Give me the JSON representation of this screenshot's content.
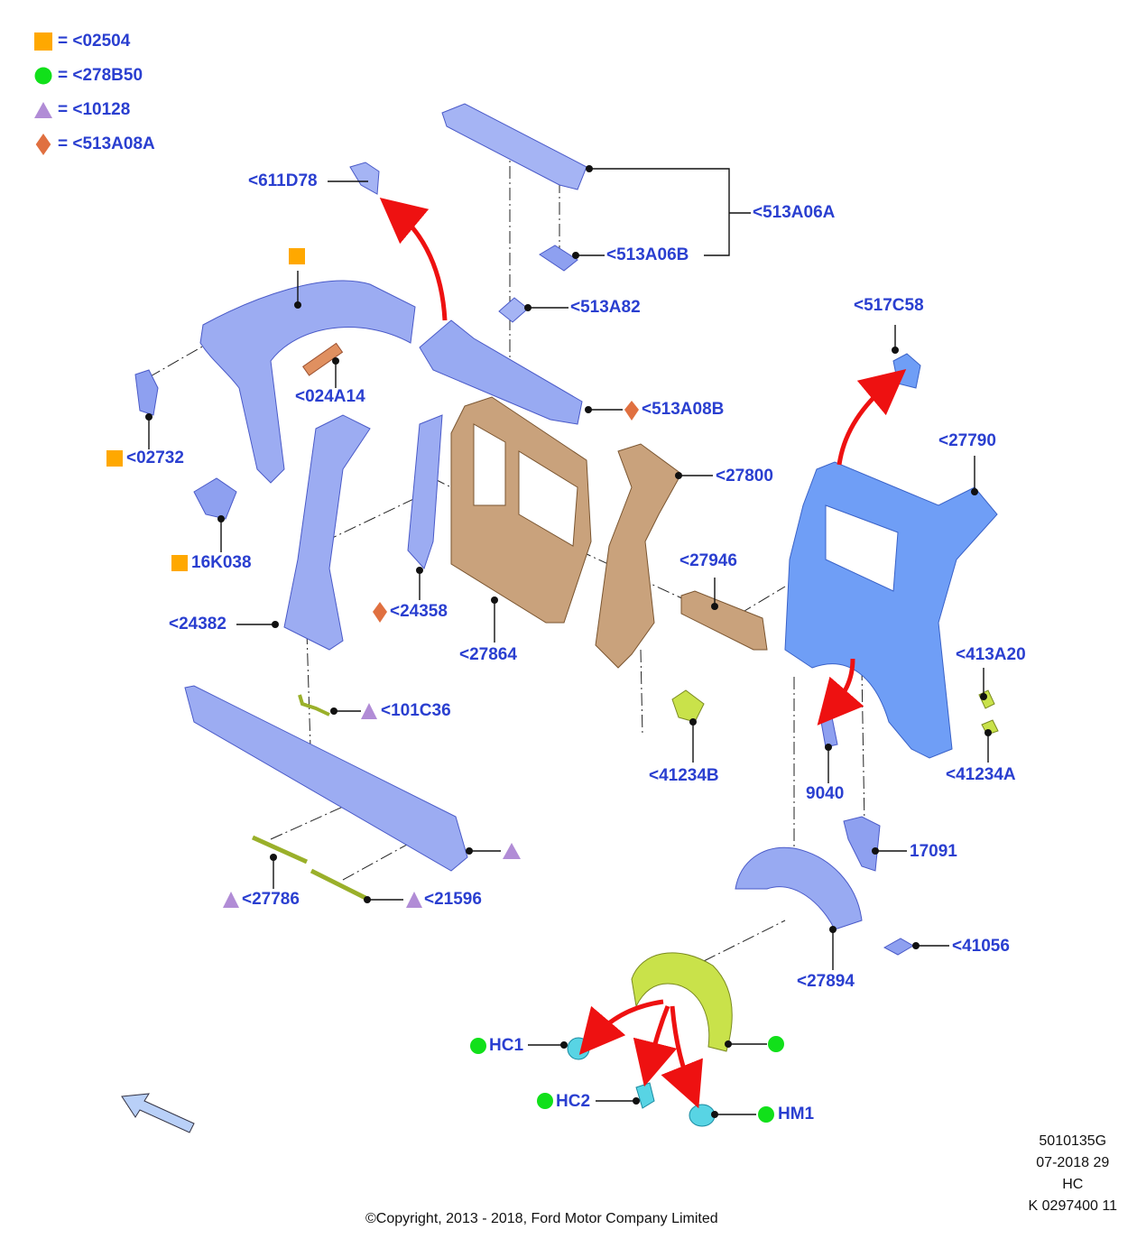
{
  "legend": [
    {
      "shape": "square",
      "color": "#ffa800",
      "text": "= <02504"
    },
    {
      "shape": "circle",
      "color": "#11e01a",
      "text": "= <278B50"
    },
    {
      "shape": "triangle",
      "color": "#b18cd6",
      "text": "= <10128"
    },
    {
      "shape": "diamond",
      "color": "#e07040",
      "text": "= <513A08A"
    }
  ],
  "colors": {
    "label": "#2a3fd0",
    "part_blue": "#8a9ef0",
    "part_blue_light": "#b9c6f8",
    "part_brown": "#c9a27c",
    "part_green": "#c9e24a",
    "part_cyan": "#58d4e4",
    "arrow_red": "#ee1111"
  },
  "parts": [
    {
      "id": "611D78",
      "text": "<611D78"
    },
    {
      "id": "513A06A",
      "text": "<513A06A"
    },
    {
      "id": "513A06B",
      "text": "<513A06B"
    },
    {
      "id": "513A82",
      "text": "<513A82"
    },
    {
      "id": "517C58",
      "text": "<517C58"
    },
    {
      "id": "024A14",
      "text": "<024A14"
    },
    {
      "id": "513A08B",
      "text": "<513A08B"
    },
    {
      "id": "02732",
      "text": "<02732"
    },
    {
      "id": "27790",
      "text": "<27790"
    },
    {
      "id": "27800",
      "text": "<27800"
    },
    {
      "id": "16K038",
      "text": "16K038"
    },
    {
      "id": "27946",
      "text": "<27946"
    },
    {
      "id": "24358",
      "text": "<24358"
    },
    {
      "id": "24382",
      "text": "<24382"
    },
    {
      "id": "27864",
      "text": "<27864"
    },
    {
      "id": "413A20",
      "text": "<413A20"
    },
    {
      "id": "101C36",
      "text": "<101C36"
    },
    {
      "id": "41234B",
      "text": "<41234B"
    },
    {
      "id": "41234A",
      "text": "<41234A"
    },
    {
      "id": "9040",
      "text": "9040"
    },
    {
      "id": "17091",
      "text": "17091"
    },
    {
      "id": "27786",
      "text": "<27786"
    },
    {
      "id": "21596",
      "text": "<21596"
    },
    {
      "id": "41056",
      "text": "<41056"
    },
    {
      "id": "27894",
      "text": "<27894"
    },
    {
      "id": "HC1",
      "text": "HC1"
    },
    {
      "id": "HC2",
      "text": "HC2"
    },
    {
      "id": "HM1",
      "text": "HM1"
    }
  ],
  "meta": {
    "line1": "5010135G",
    "line2": "07-2018 29",
    "line3": "HC",
    "line4": "K 0297400 11"
  },
  "copyright": "©Copyright, 2013 - 2018, Ford Motor Company Limited"
}
